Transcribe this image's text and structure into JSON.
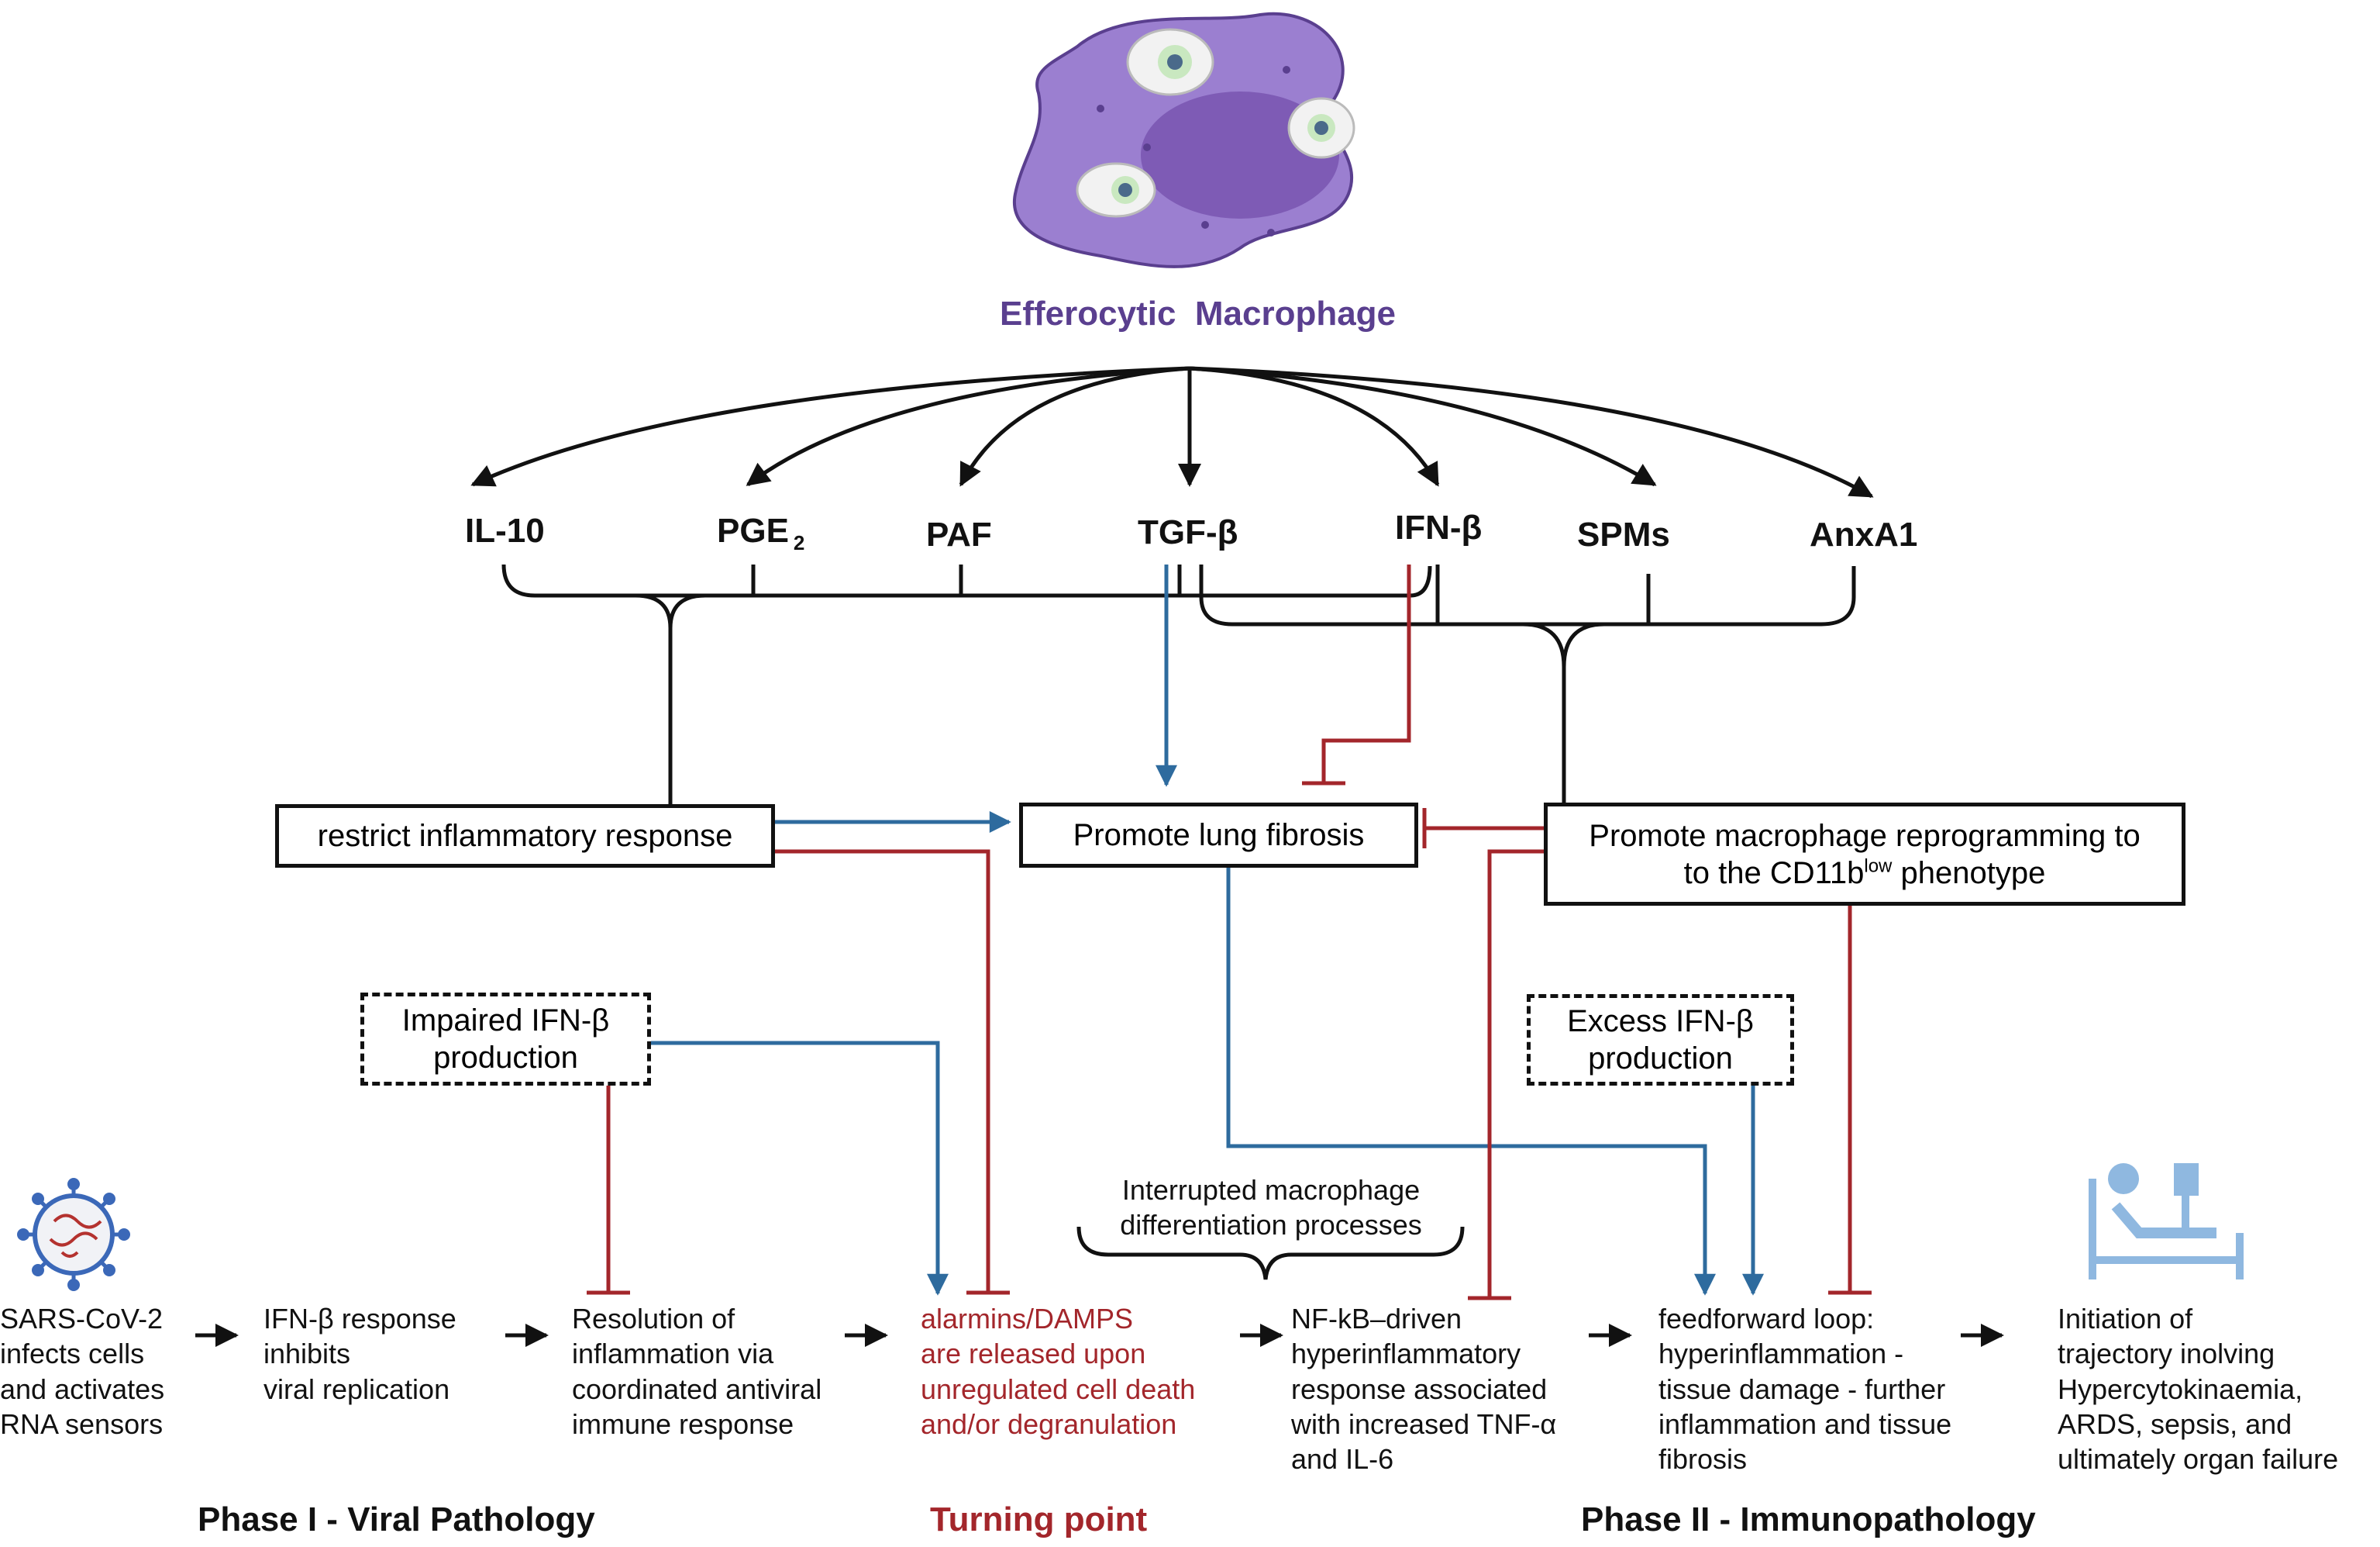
{
  "header": {
    "title": "Efferocytic  Macrophage"
  },
  "mediators": [
    "IL-10",
    "PGE",
    "PAF",
    "TGF-β",
    "IFN-β",
    "SPMs",
    "AnxA1"
  ],
  "mediator_subscript": "2",
  "boxes": {
    "restrict": "restrict inflammatory response",
    "fibrosis": "Promote lung fibrosis",
    "reprogram_line1": "Promote macrophage reprogramming to",
    "reprogram_line2_pre": "to the CD11b",
    "reprogram_sup": "low",
    "reprogram_line2_post": " phenotype",
    "impaired": "Impaired IFN-β\nproduction",
    "excess": "Excess IFN-β\nproduction",
    "interrupted": "Interrupted macrophage\ndifferentiation processes"
  },
  "steps": [
    "SARS-CoV-2\ninfects cells\nand activates\nRNA sensors",
    "IFN-β response\ninhibits\nviral replication",
    "Resolution of\ninflammation via\ncoordinated antiviral\nimmune response",
    "alarmins/DAMPS\nare released upon\nunregulated cell death\nand/or degranulation",
    "NF-kB–driven\nhyperinflammatory\nresponse associated\nwith increased TNF-α\n and IL-6",
    "feedforward loop:\nhyperinflammation -\ntissue damage - further\ninflammation and tissue\nfibrosis",
    "Initiation of\ntrajectory inolving\nHypercytokinaemia,\nARDS, sepsis, and\nultimately  organ failure"
  ],
  "phases": {
    "phase1": "Phase I - Viral Pathology",
    "turning": "Turning point",
    "phase2": "Phase II - Immunopathology"
  },
  "colors": {
    "activate": "#2e6b9e",
    "inhibit": "#a3262b",
    "macrophage_title": "#5a3f8f",
    "cell_body": "#9b7fd0",
    "nucleus": "#7e5bb5",
    "virus": "#3b68b8",
    "patient": "#8fb8e0"
  },
  "icons": [
    "macrophage-cell-icon",
    "sars-cov-2-virus-icon",
    "hospital-patient-icon"
  ]
}
